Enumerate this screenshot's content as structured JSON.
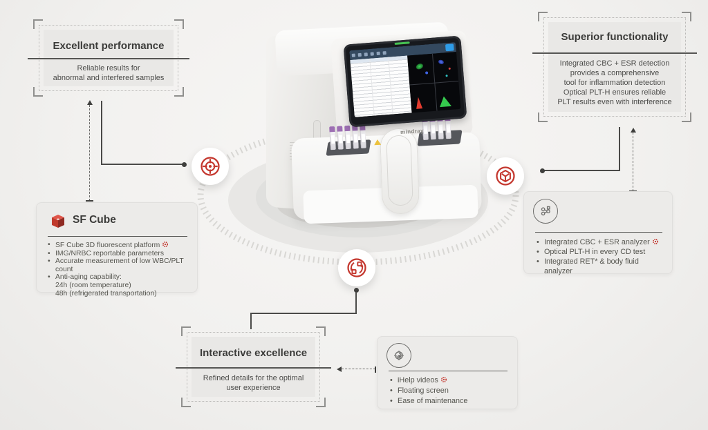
{
  "colors": {
    "accent_red": "#c4372e",
    "connector": "#4a4a48",
    "card_bg": "#ecebe9",
    "background": "#f2f1ef"
  },
  "device": {
    "brand": "mindray"
  },
  "icons": {
    "hotspot_left": "target-icon",
    "hotspot_right": "cube-icon",
    "hotspot_bottom": "sync-icon",
    "analyzer_card": "molecule-network-icon",
    "ihelp_card": "service-gear-icon",
    "sf_cube_logo": "sf-cube-logo"
  },
  "callouts": {
    "performance": {
      "title": "Excellent performance",
      "body_lines": [
        "Reliable results for",
        "abnormal and interfered samples"
      ]
    },
    "functionality": {
      "title": "Superior functionality",
      "body_lines": [
        "Integrated CBC + ESR detection",
        "provides a comprehensive",
        "tool for inflammation detection",
        "Optical PLT-H ensures reliable",
        "PLT results even with interference"
      ]
    },
    "interactive": {
      "title": "Interactive excellence",
      "body_lines": [
        "Refined details for the optimal",
        "user experience"
      ]
    }
  },
  "cards": {
    "sf_cube": {
      "title": "SF Cube",
      "bullets": [
        {
          "text": "SF Cube 3D fluorescent platform",
          "badge": true
        },
        {
          "text": "IMG/NRBC reportable parameters",
          "badge": false
        },
        {
          "text": "Accurate measurement of low WBC/PLT count",
          "badge": false
        },
        {
          "text": "Anti-aging capability:",
          "badge": false
        },
        {
          "text": "24h (room temperature)",
          "badge": false
        },
        {
          "text": "48h (refrigerated transportation)",
          "badge": false
        }
      ]
    },
    "analyzer": {
      "bullets": [
        {
          "text": "Integrated CBC + ESR analyzer",
          "badge": true
        },
        {
          "text": "Optical PLT-H in every CD test",
          "badge": false
        },
        {
          "text": "Integrated RET* & body fluid analyzer",
          "badge": false
        }
      ]
    },
    "ihelp": {
      "bullets": [
        {
          "text": "iHelp videos",
          "badge": true
        },
        {
          "text": "Floating screen",
          "badge": false
        },
        {
          "text": "Ease of maintenance",
          "badge": false
        }
      ]
    }
  }
}
